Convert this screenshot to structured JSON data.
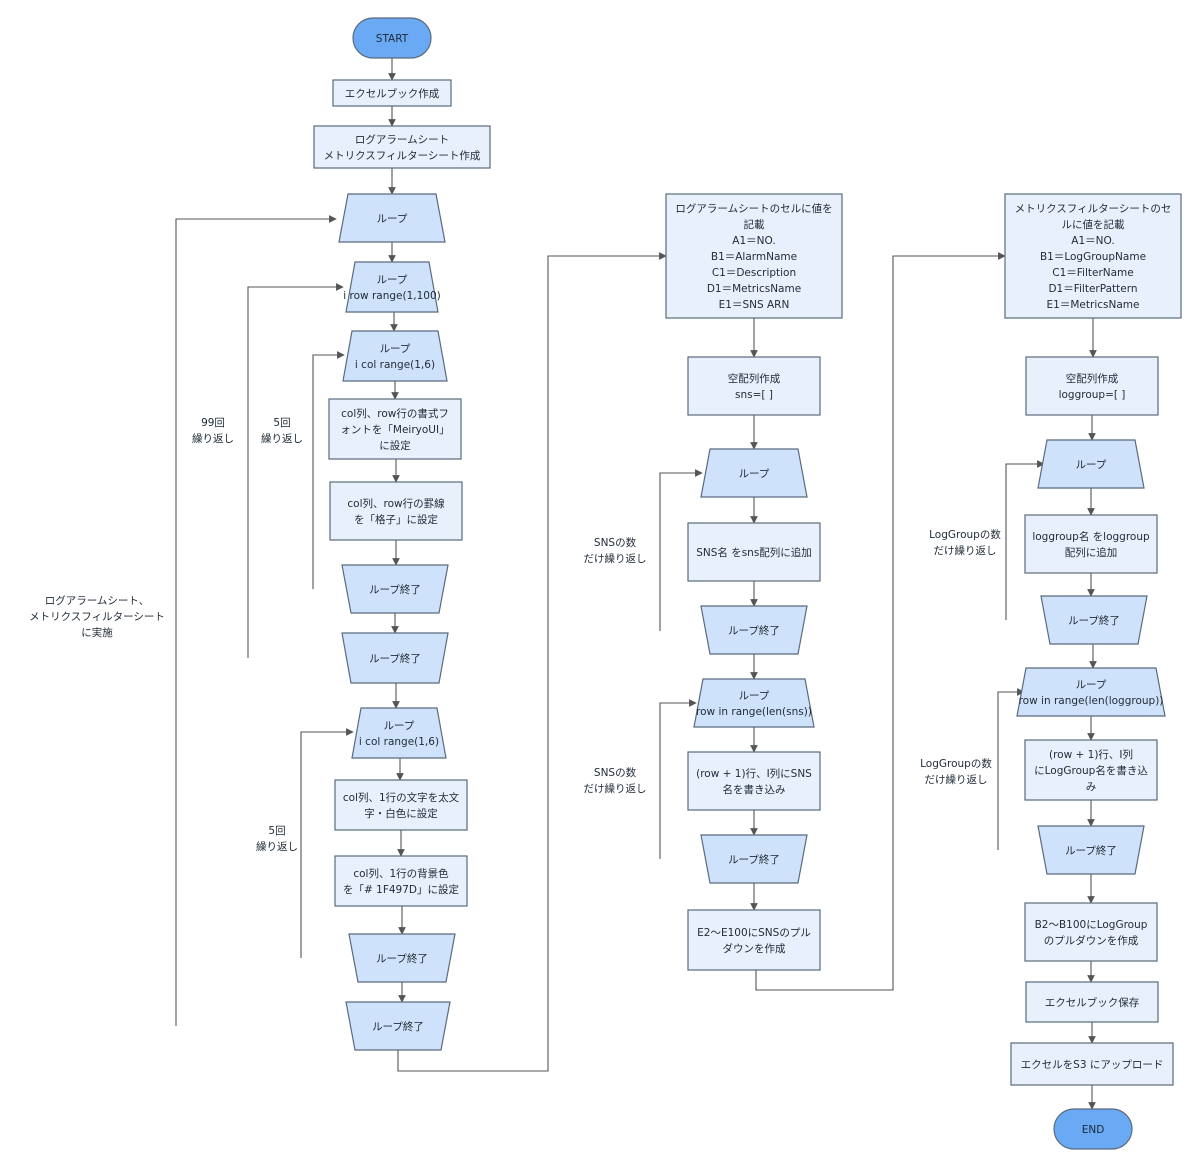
{
  "nodes": {
    "start": {
      "lines": [
        "START"
      ],
      "color": "#6aaaf5"
    },
    "excel_create": {
      "lines": [
        "エクセルブック作成"
      ]
    },
    "sheet_create": {
      "lines": [
        "ログアラームシート",
        "メトリクスフィルターシート作成"
      ]
    },
    "loop_outer": {
      "lines": [
        "ループ"
      ]
    },
    "loop_row": {
      "lines": [
        "ループ",
        "i row range(1,100)"
      ]
    },
    "loop_col1": {
      "lines": [
        "ループ",
        "i col range(1,6)"
      ]
    },
    "font_set": {
      "lines": [
        "col列、row行の書式フ",
        "ォントを「MeiryoUI」",
        "に設定"
      ]
    },
    "border_set": {
      "lines": [
        "col列、row行の罫線",
        "を「格子」に設定"
      ]
    },
    "loop_col1_end": {
      "lines": [
        "ループ終了"
      ]
    },
    "loop_row_end": {
      "lines": [
        "ループ終了"
      ]
    },
    "loop_col2": {
      "lines": [
        "ループ",
        "i col range(1,6)"
      ]
    },
    "bold_set": {
      "lines": [
        "col列、1行の文字を太文",
        "字・白色に設定"
      ]
    },
    "bg_set": {
      "lines": [
        "col列、1行の背景色",
        "を「# 1F497D」に設定"
      ]
    },
    "loop_col2_end": {
      "lines": [
        "ループ終了"
      ]
    },
    "loop_outer_end": {
      "lines": [
        "ループ終了"
      ]
    },
    "alarm_header": {
      "lines": [
        "ログアラームシートのセルに値を",
        "記載",
        "A1＝NO.",
        "B1＝AlarmName",
        "C1＝Description",
        "D1＝MetricsName",
        "E1＝SNS ARN"
      ]
    },
    "sns_array": {
      "lines": [
        "空配列作成",
        "sns=[ ]"
      ]
    },
    "loop_sns": {
      "lines": [
        "ループ"
      ]
    },
    "sns_append": {
      "lines": [
        "SNS名 をsns配列に追加"
      ]
    },
    "loop_sns_end": {
      "lines": [
        "ループ終了"
      ]
    },
    "loop_sns_row": {
      "lines": [
        "ループ",
        "row in range(len(sns))"
      ]
    },
    "sns_write": {
      "lines": [
        "(row + 1)行、I列にSNS",
        "名を書き込み"
      ]
    },
    "loop_sns_row_end": {
      "lines": [
        "ループ終了"
      ]
    },
    "sns_dropdown": {
      "lines": [
        "E2〜E100にSNSのプル",
        "ダウンを作成"
      ]
    },
    "metric_header": {
      "lines": [
        "メトリクスフィルターシートのセ",
        "ルに値を記載",
        "A1＝NO.",
        "B1＝LogGroupName",
        "C1＝FilterName",
        "D1＝FilterPattern",
        "E1＝MetricsName"
      ]
    },
    "lg_array": {
      "lines": [
        "空配列作成",
        "loggroup=[ ]"
      ]
    },
    "loop_lg": {
      "lines": [
        "ループ"
      ]
    },
    "lg_append": {
      "lines": [
        "loggroup名 をloggroup",
        "配列に追加"
      ]
    },
    "loop_lg_end": {
      "lines": [
        "ループ終了"
      ]
    },
    "loop_lg_row": {
      "lines": [
        "ループ",
        "row in range(len(loggroup))"
      ]
    },
    "lg_write": {
      "lines": [
        "(row + 1)行、I列",
        "にLogGroup名を書き込",
        "み"
      ]
    },
    "loop_lg_row_end": {
      "lines": [
        "ループ終了"
      ]
    },
    "lg_dropdown": {
      "lines": [
        "B2〜B100にLogGroup",
        "のプルダウンを作成"
      ]
    },
    "excel_save": {
      "lines": [
        "エクセルブック保存"
      ]
    },
    "s3_upload": {
      "lines": [
        "エクセルをS3 にアップロード"
      ]
    },
    "end": {
      "lines": [
        "END"
      ],
      "color": "#6aaaf5"
    }
  },
  "notes": {
    "outer_loop_note": [
      "ログアラームシート、",
      "メトリクスフィルターシート",
      "に実施"
    ],
    "row_loop_note": [
      "99回",
      "繰り返し"
    ],
    "col1_loop_note": [
      "5回",
      "繰り返し"
    ],
    "col2_loop_note": [
      "5回",
      "繰り返し"
    ],
    "sns_loop_note": [
      "SNSの数",
      "だけ繰り返し"
    ],
    "sns_row_loop_note": [
      "SNSの数",
      "だけ繰り返し"
    ],
    "lg_loop_note": [
      "LogGroupの数",
      "だけ繰り返し"
    ],
    "lg_row_loop_note": [
      "LogGroupの数",
      "だけ繰り返し"
    ]
  },
  "colors": {
    "process_fill": "#e8f1fb",
    "loop_fill": "#cfe2fb",
    "stroke": "#5a6b7d",
    "terminal_fill": "#6aaaf5",
    "line": "#555555"
  }
}
